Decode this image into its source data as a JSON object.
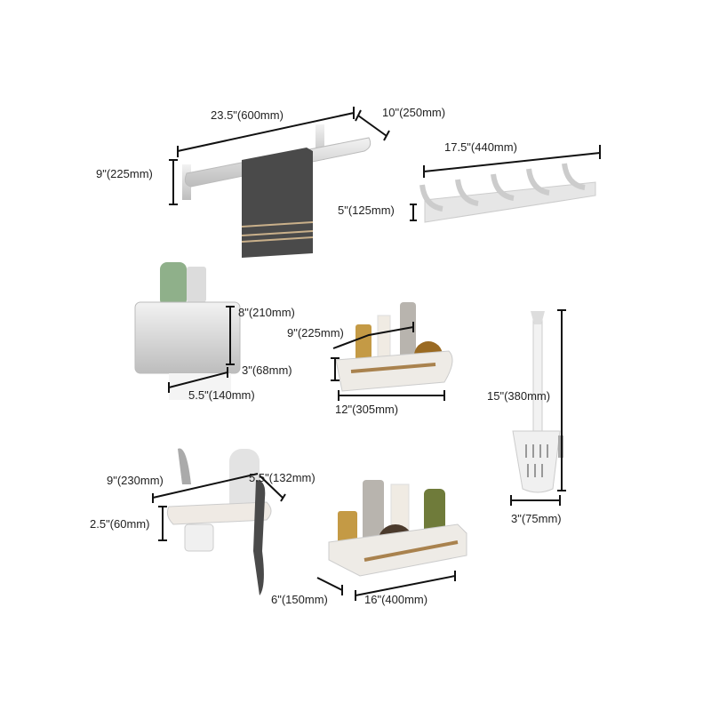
{
  "products": [
    {
      "name": "towel-rack",
      "dimensions": [
        "23.5\"(600mm)",
        "10\"(250mm)",
        "9\"(225mm)"
      ]
    },
    {
      "name": "hook-rail",
      "dimensions": [
        "17.5\"(440mm)",
        "5\"(125mm)"
      ]
    },
    {
      "name": "tissue-box",
      "dimensions": [
        "8\"(210mm)",
        "5.5\"(140mm)"
      ]
    },
    {
      "name": "corner-shelf",
      "dimensions": [
        "9\"(225mm)",
        "3\"(68mm)",
        "12\"(305mm)"
      ]
    },
    {
      "name": "toilet-brush",
      "dimensions": [
        "15\"(380mm)",
        "3\"(75mm)"
      ]
    },
    {
      "name": "hair-dryer-holder",
      "dimensions": [
        "9\"(230mm)",
        "5.5\"(132mm)",
        "2.5\"(60mm)"
      ]
    },
    {
      "name": "rectangular-shelf",
      "dimensions": [
        "6\"(150mm)",
        "16\"(400mm)"
      ]
    }
  ],
  "colors": {
    "dimension_line": "#111111",
    "metal": "#d9d9d9",
    "towel": "#4a4a4a",
    "shelf": "#eeebe6"
  }
}
